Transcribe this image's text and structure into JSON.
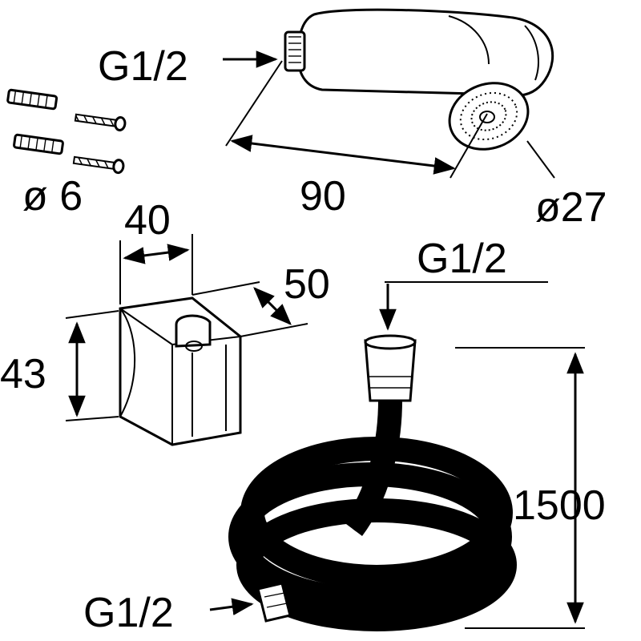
{
  "labels": {
    "handshower_thread": "G1/2",
    "handshower_length": "90",
    "handshower_diameter": "ø27",
    "dowel_diameter": "ø 6",
    "holder_width": "40",
    "holder_depth": "50",
    "holder_height": "43",
    "hose_top_thread": "G1/2",
    "hose_length": "1500",
    "hose_bottom_thread": "G1/2"
  }
}
